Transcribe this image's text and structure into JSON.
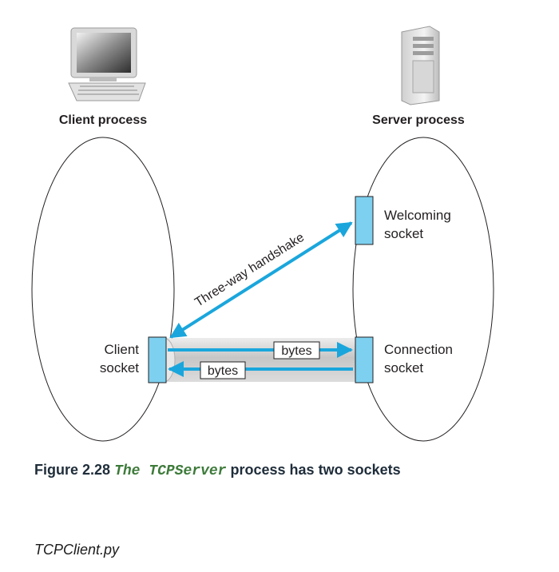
{
  "diagram": {
    "client_title": "Client process",
    "server_title": "Server process",
    "welcoming_line1": "Welcoming",
    "welcoming_line2": "socket",
    "connection_line1": "Connection",
    "connection_line2": "socket",
    "client_sock_line1": "Client",
    "client_sock_line2": "socket",
    "handshake_label": "Three-way handshake",
    "bytes_top": "bytes",
    "bytes_bottom": "bytes"
  },
  "caption": {
    "figure_number": "Figure 2.28",
    "code_text": "The TCPServer",
    "rest": "process has two sockets"
  },
  "filename": "TCPClient.py",
  "colors": {
    "socket_fill": "#7dd0ef",
    "arrow": "#1aa6dc",
    "text": "#231f20"
  }
}
